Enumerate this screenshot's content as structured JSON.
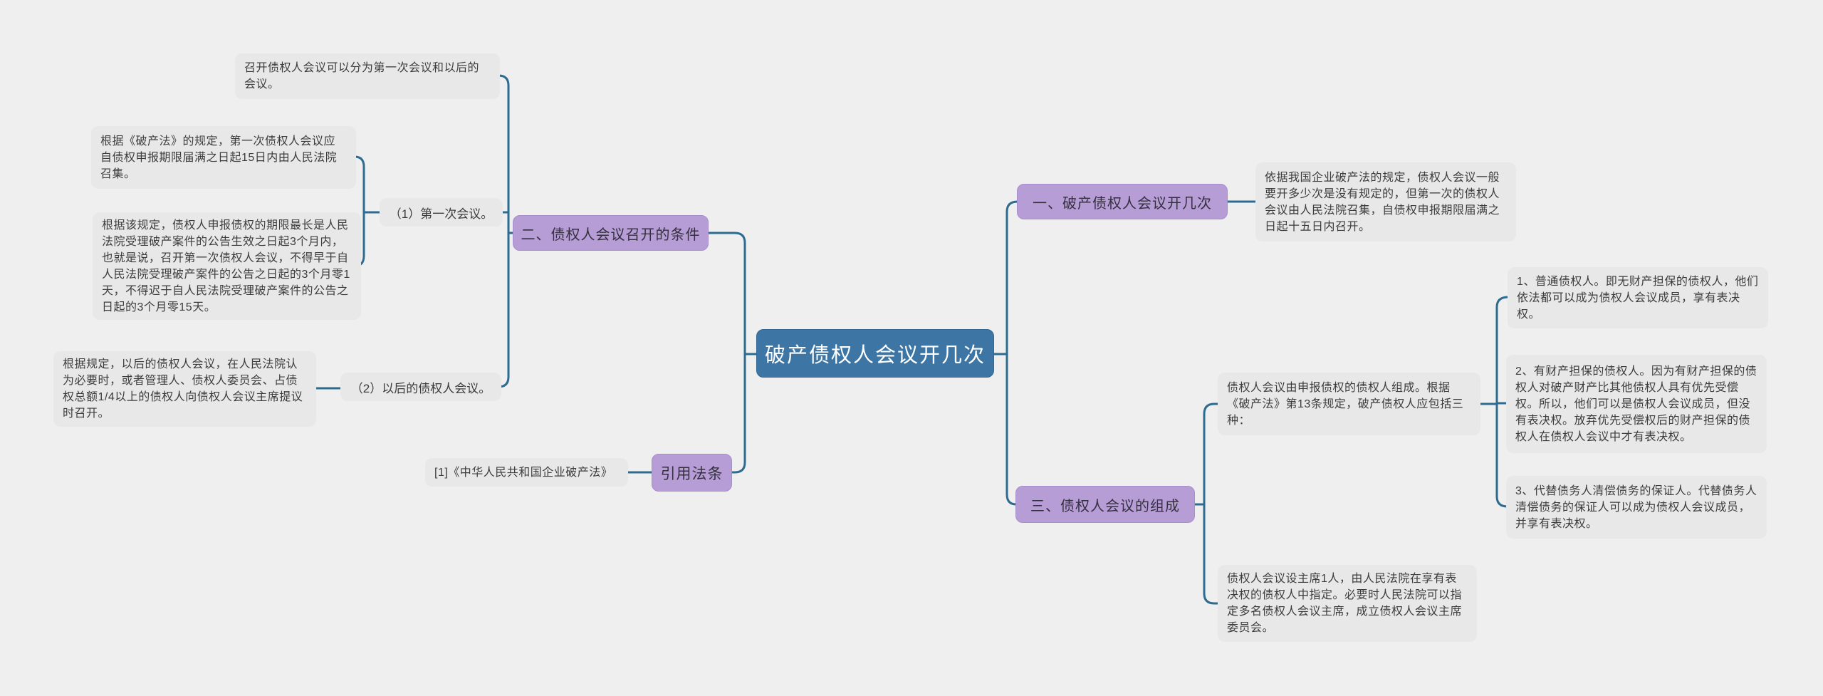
{
  "root": {
    "label": "破产债权人会议开几次"
  },
  "left": {
    "branch_conditions": {
      "label": "二、债权人会议召开的条件",
      "intro_note": "召开债权人会议可以分为第一次会议和以后的会议。",
      "first_meeting": {
        "label": "（1）第一次会议。",
        "note_law": "根据《破产法》的规定，第一次债权人会议应自债权申报期限届满之日起15日内由人民法院召集。",
        "note_deadline": "根据该规定，债权人申报债权的期限最长是人民法院受理破产案件的公告生效之日起3个月内，也就是说，召开第一次债权人会议，不得早于自人民法院受理破产案件的公告之日起的3个月零1天，不得迟于自人民法院受理破产案件的公告之日起的3个月零15天。"
      },
      "later_meeting": {
        "label": "（2）以后的债权人会议。",
        "note": "根据规定，以后的债权人会议，在人民法院认为必要时，或者管理人、债权人委员会、占债权总额1/4以上的债权人向债权人会议主席提议时召开。"
      }
    },
    "citation": {
      "label": "引用法条",
      "source": "[1]《中华人民共和国企业破产法》"
    }
  },
  "right": {
    "branch_times": {
      "label": "一、破产债权人会议开几次",
      "note": "依据我国企业破产法的规定，债权人会议一般要开多少次是没有规定的，但第一次的债权人会议由人民法院召集，自债权申报期限届满之日起十五日内召开。"
    },
    "branch_composition": {
      "label": "三、债权人会议的组成",
      "note_members": "债权人会议由申报债权的债权人组成。根据《破产法》第13条规定，破产债权人应包括三种：",
      "types": [
        "1、普通债权人。即无财产担保的债权人，他们依法都可以成为债权人会议成员，享有表决权。",
        "2、有财产担保的债权人。因为有财产担保的债权人对破产财产比其他债权人具有优先受偿权。所以，他们可以是债权人会议成员，但没有表决权。放弃优先受偿权后的财产担保的债权人在债权人会议中才有表决权。",
        "3、代替债务人清偿债务的保证人。代替债务人清偿债务的保证人可以成为债权人会议成员，并享有表决权。"
      ],
      "note_chair": "债权人会议设主席1人，由人民法院在享有表决权的债权人中指定。必要时人民法院可以指定多名债权人会议主席，成立债权人会议主席委员会。"
    }
  },
  "colors": {
    "bg": "#efeff0",
    "box_fill": "#e8e8e9",
    "box_text": "#3c3c3c",
    "node_fill": "#b79dd6",
    "node_border": "#a78fcb",
    "node_text": "#35303f",
    "root_fill": "#3d76a5",
    "root_text": "#ffffff",
    "connector": "#2d6c90"
  }
}
